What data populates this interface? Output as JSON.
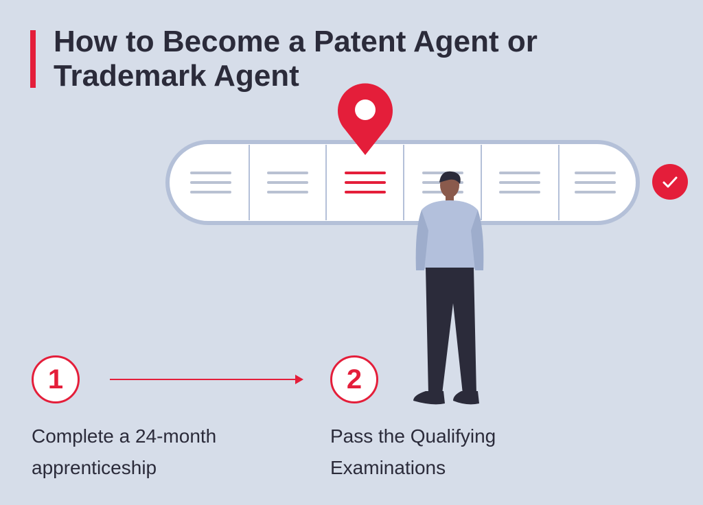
{
  "title": {
    "line1": "How to Become a Patent Agent or",
    "line2": "Trademark Agent"
  },
  "colors": {
    "accent": "#e41e3a",
    "background": "#d6dde9",
    "text": "#2b2b3a"
  },
  "progress": {
    "segments": 6,
    "active_segment": 3,
    "completed": true
  },
  "steps": [
    {
      "number": "1",
      "line1": "Complete a 24-month",
      "line2": "apprenticeship"
    },
    {
      "number": "2",
      "line1": "Pass the Qualifying",
      "line2": "Examinations"
    }
  ],
  "icons": [
    "location-pin-icon",
    "checkmark-icon",
    "arrow-right-icon"
  ]
}
